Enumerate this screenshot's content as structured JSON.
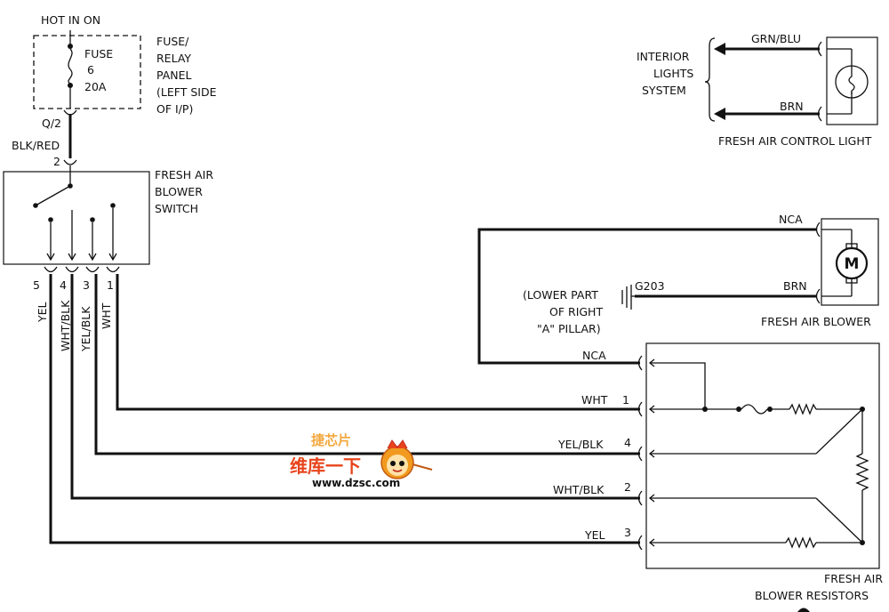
{
  "fuse_panel": {
    "hot_label": "HOT IN ON",
    "fuse_name": "FUSE",
    "fuse_number": "6",
    "fuse_rating": "20A",
    "panel_label_lines": [
      "FUSE/",
      "RELAY",
      "PANEL",
      "(LEFT SIDE",
      "OF I/P)"
    ],
    "connector": "Q/2"
  },
  "feed_wire": {
    "color": "BLK/RED",
    "pin": "2"
  },
  "switch": {
    "label_lines": [
      "FRESH AIR",
      "BLOWER",
      "SWITCH"
    ],
    "pins": [
      "5",
      "4",
      "3",
      "1"
    ],
    "wire_colors": [
      "YEL",
      "WHT/BLK",
      "YEL/BLK",
      "WHT"
    ]
  },
  "control_light": {
    "system_lines": [
      "INTERIOR",
      "LIGHTS",
      "SYSTEM"
    ],
    "wire_top": "GRN/BLU",
    "wire_bottom": "BRN",
    "label": "FRESH AIR CONTROL LIGHT"
  },
  "blower": {
    "wire_top": "NCA",
    "wire_bottom": "BRN",
    "ground_id": "G203",
    "ground_location_lines": [
      "(LOWER PART",
      "OF RIGHT",
      "\"A\" PILLAR)"
    ],
    "motor_symbol": "M",
    "label": "FRESH AIR BLOWER"
  },
  "resistors": {
    "nca_label": "NCA",
    "rows": [
      {
        "wire": "WHT",
        "pin": "1"
      },
      {
        "wire": "YEL/BLK",
        "pin": "4"
      },
      {
        "wire": "WHT/BLK",
        "pin": "2"
      },
      {
        "wire": "YEL",
        "pin": "3"
      }
    ],
    "label_lines": [
      "FRESH AIR",
      "BLOWER RESISTORS"
    ]
  },
  "watermark": {
    "top": "捷芯片",
    "chinese": "维库一下",
    "url": "www.dzsc.com"
  },
  "colors": {
    "ink": "#111111",
    "watermark_red": "#e8441c",
    "watermark_orange": "#f29a1f"
  }
}
